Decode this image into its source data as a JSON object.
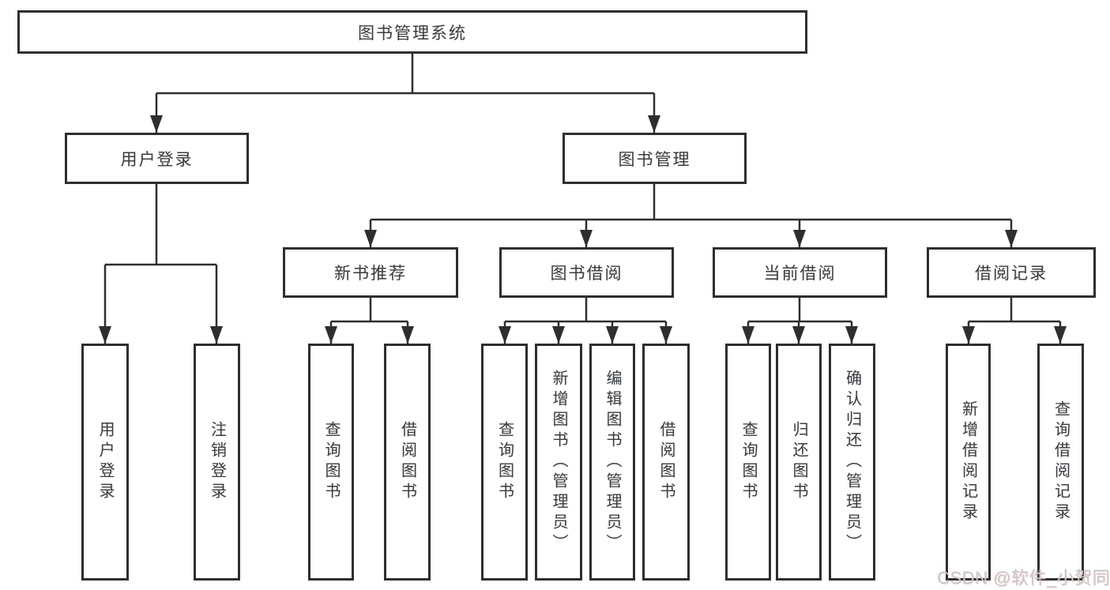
{
  "tree": {
    "root": "图书管理系统",
    "branches": [
      {
        "label": "用户登录",
        "children": [
          {
            "label": "用户登录"
          },
          {
            "label": "注销登录"
          }
        ]
      },
      {
        "label": "图书管理",
        "children": [
          {
            "label": "新书推荐",
            "children": [
              {
                "label": "查询图书"
              },
              {
                "label": "借阅图书"
              }
            ]
          },
          {
            "label": "图书借阅",
            "children": [
              {
                "label": "查询图书"
              },
              {
                "label": "新增图书（管理员）"
              },
              {
                "label": "编辑图书（管理员）"
              },
              {
                "label": "借阅图书"
              }
            ]
          },
          {
            "label": "当前借阅",
            "children": [
              {
                "label": "查询图书"
              },
              {
                "label": "归还图书"
              },
              {
                "label": "确认归还（管理员）"
              }
            ]
          },
          {
            "label": "借阅记录",
            "children": [
              {
                "label": "新增借阅记录"
              },
              {
                "label": "查询借阅记录"
              }
            ]
          }
        ]
      }
    ]
  },
  "colors": {
    "line": "#2e2e2e",
    "text": "#3c3c3c",
    "watermark": "#c9c9c9"
  },
  "watermark": {
    "text": "CSDN @软件_小贺同学"
  }
}
